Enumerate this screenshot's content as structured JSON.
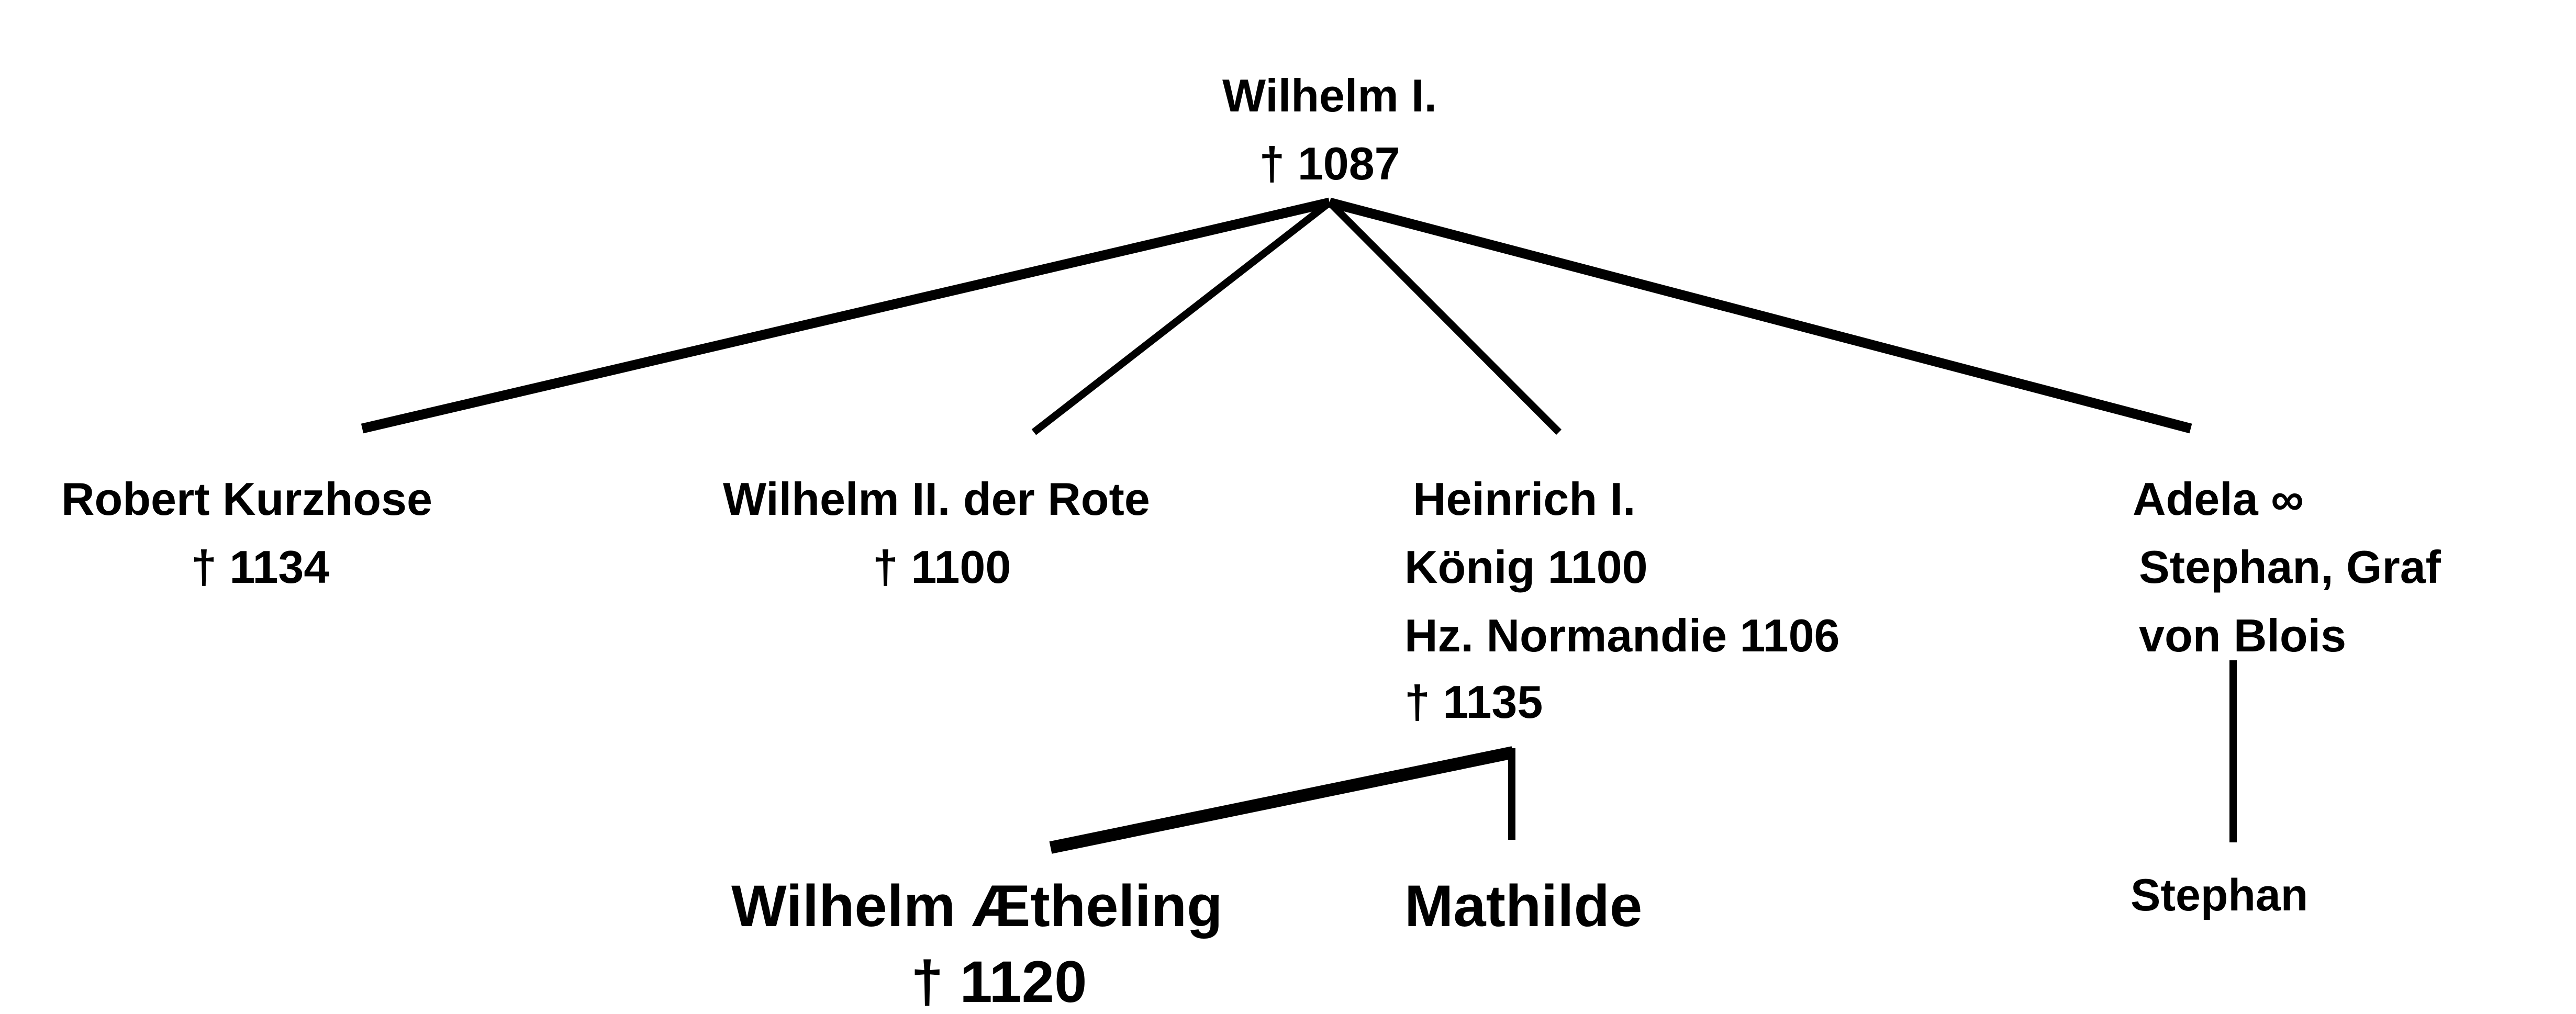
{
  "root": {
    "name": "Wilhelm I.",
    "death": "† 1087"
  },
  "children": [
    {
      "name": "Robert Kurzhose",
      "death": "† 1134"
    },
    {
      "name": "Wilhelm II. der Rote",
      "death": "† 1100"
    },
    {
      "name": "Heinrich I.",
      "line2": "König 1100",
      "line3": "Hz. Normandie 1106",
      "death": "† 1135"
    },
    {
      "name": "Adela ∞",
      "line2": "Stephan, Graf",
      "line3": "von Blois"
    }
  ],
  "grandchildren": [
    {
      "name": "Wilhelm Ætheling",
      "death": "† 1120"
    },
    {
      "name": "Mathilde"
    },
    {
      "name": "Stephan"
    }
  ]
}
